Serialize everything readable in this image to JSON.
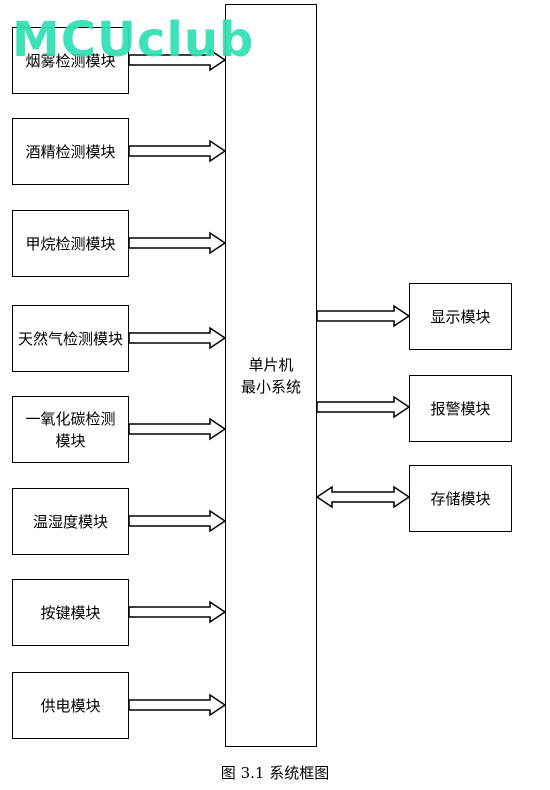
{
  "watermark": "MCUclub",
  "inputs": [
    "烟雾检测模块",
    "酒精检测模块",
    "甲烷检测模块",
    "天然气检测模块",
    "一氧化碳检测模块",
    "温湿度模块",
    "按键模块",
    "供电模块"
  ],
  "mcu": {
    "label": "单片机\n最小系统"
  },
  "outputs": [
    "显示模块",
    "报警模块",
    "存储模块"
  ],
  "caption": "图 3.1  系统框图"
}
